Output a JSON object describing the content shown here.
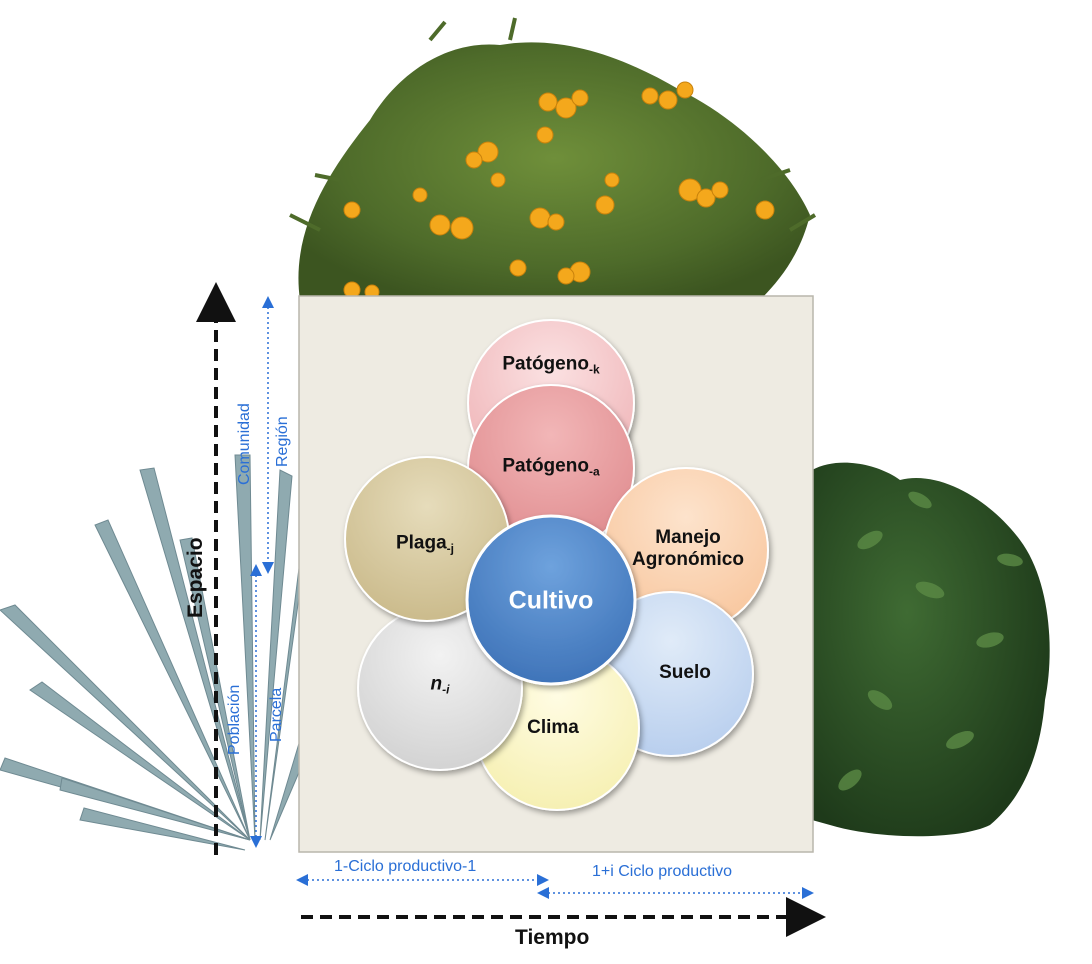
{
  "diagram": {
    "center": "Cultivo",
    "petals": {
      "patogeno_k": {
        "base": "Patógeno",
        "sub": "-k"
      },
      "patogeno_a": {
        "base": "Patógeno",
        "sub": "-a"
      },
      "manejo": {
        "line1": "Manejo",
        "line2": "Agronómico"
      },
      "suelo": "Suelo",
      "clima": "Clima",
      "n_i": {
        "base": "n",
        "sub": "-i"
      },
      "plaga": {
        "base": "Plaga",
        "sub": "-j"
      }
    },
    "colors": {
      "patogeno_k": "#f2c1c4",
      "patogeno_a": "#e89a9c",
      "manejo": "#fbd3b1",
      "suelo": "#c9dbf2",
      "clima": "#fbf7c6",
      "n_i": "#e3e3e3",
      "plaga": "#d8cba2",
      "center": "#4f86c9",
      "panel": "#eeebe2",
      "blue_axis": "#2a6fd6",
      "black_axis": "#111111"
    }
  },
  "axes": {
    "vertical": "Espacio",
    "horizontal": "Tiempo",
    "space_scales": {
      "comunidad": "Comunidad",
      "region": "Región",
      "poblacion": "Población",
      "parcela": "Parcela"
    },
    "time_scales": {
      "cycle_1": "1-Ciclo productivo-1",
      "cycle_i": "1+i Ciclo productivo"
    }
  },
  "illustrations": [
    "orange-tree",
    "agave-plant",
    "coffee-bush"
  ]
}
